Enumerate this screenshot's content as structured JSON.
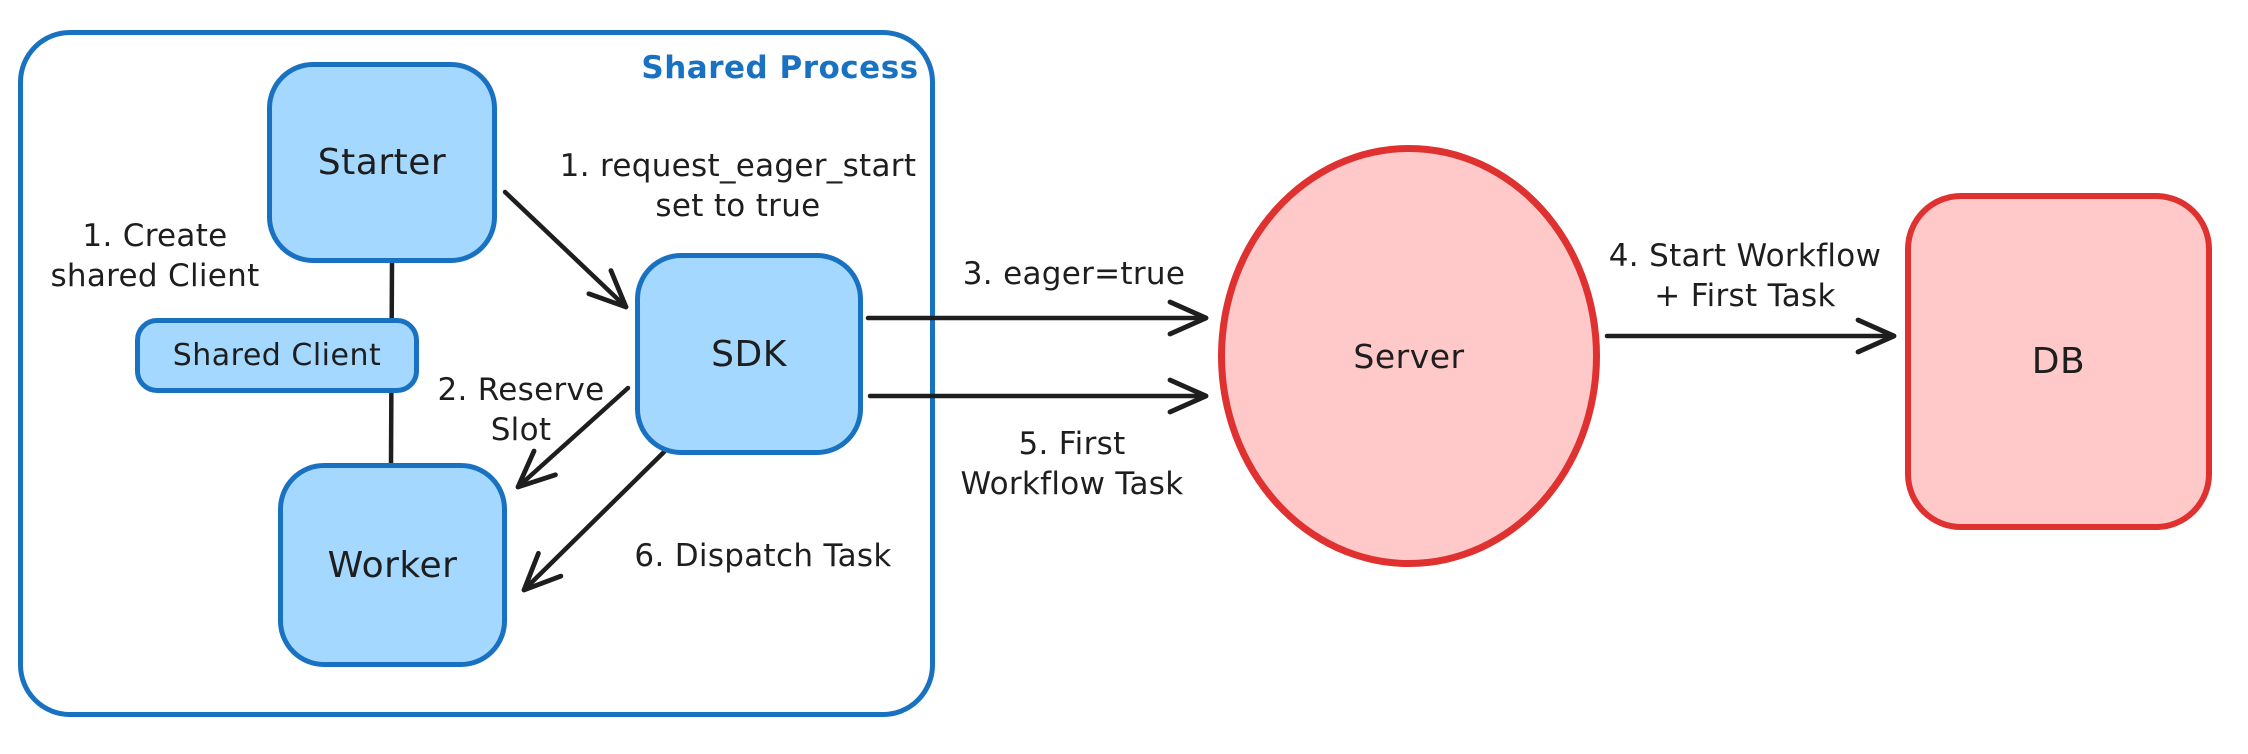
{
  "diagram": {
    "kind": "hand-drawn architecture diagram",
    "background": "#ffffff"
  },
  "palette": {
    "blue_stroke": "#1971c2",
    "blue_fill": "#a5d8ff",
    "red_stroke": "#e03131",
    "red_fill": "#ffc9c9",
    "text": "#1e1e1e"
  },
  "container": {
    "label": "Shared Process"
  },
  "nodes": {
    "starter": {
      "label": "Starter"
    },
    "shared_client": {
      "label": "Shared Client"
    },
    "worker": {
      "label": "Worker"
    },
    "sdk": {
      "label": "SDK"
    },
    "server": {
      "label": "Server"
    },
    "db": {
      "label": "DB"
    }
  },
  "annotations": {
    "create_shared_client": {
      "line1": "1. Create",
      "line2": "shared Client"
    },
    "request_eager_start": {
      "line1": "1. request_eager_start",
      "line2": "set to true"
    },
    "reserve_slot": {
      "line1": "2. Reserve",
      "line2": "Slot"
    },
    "eager_true": {
      "text": "3. eager=true"
    },
    "start_workflow": {
      "line1": "4. Start Workflow",
      "line2": "+ First Task"
    },
    "first_workflow_task": {
      "line1": "5. First",
      "line2": "Workflow Task"
    },
    "dispatch_task": {
      "text": "6. Dispatch Task"
    }
  }
}
